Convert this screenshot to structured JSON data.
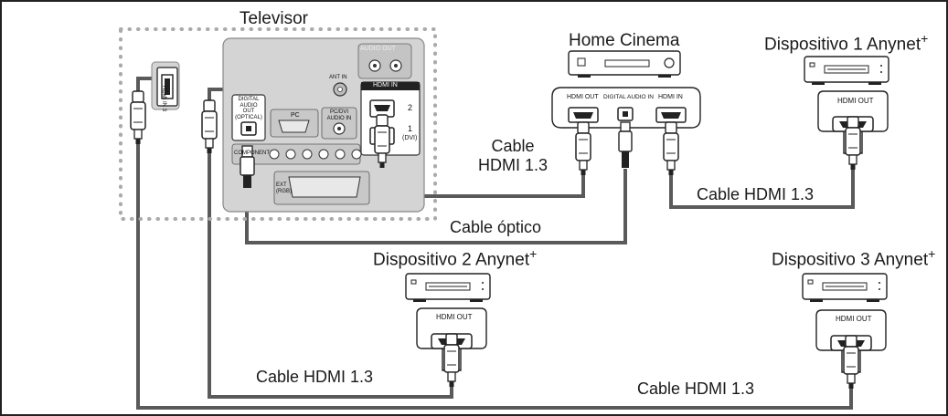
{
  "tv": {
    "title": "Televisor",
    "audio_out": "AUDIO OUT",
    "ant_in": "ANT IN",
    "hdmi_in": "HDMI IN",
    "port_2": "2",
    "port_1": "1",
    "port_1_dvi": "(DVI)",
    "digital_audio_out": "DIGITAL AUDIO OUT (OPTICAL)",
    "pc": "PC",
    "pc_dvi_audio_in": "PC/DVI AUDIO IN",
    "component": "COMPONENT",
    "ext": "EXT (RGB)",
    "hdmi_in_3": "HDMI IN 3"
  },
  "home_cinema": {
    "title": "Home Cinema",
    "hdmi_out": "HDMI OUT",
    "digital_audio_in": "DIGITAL AUDIO IN",
    "hdmi_in": "HDMI IN"
  },
  "devices": [
    {
      "name": "Dispositivo 1 Anynet",
      "sup": "+",
      "port": "HDMI OUT"
    },
    {
      "name": "Dispositivo 2 Anynet",
      "sup": "+",
      "port": "HDMI OUT"
    },
    {
      "name": "Dispositivo 3 Anynet",
      "sup": "+",
      "port": "HDMI OUT"
    }
  ],
  "cables": {
    "hc_to_tv_line1": "Cable",
    "hc_to_tv_line2": "HDMI 1.3",
    "dev1_to_hc": "Cable HDMI 1.3",
    "optical": "Cable óptico",
    "dev2": "Cable HDMI 1.3",
    "dev3": "Cable HDMI 1.3"
  },
  "colors": {
    "cable": "#5a5a5a",
    "panel": "#d4d4d4",
    "border": "#222222"
  }
}
